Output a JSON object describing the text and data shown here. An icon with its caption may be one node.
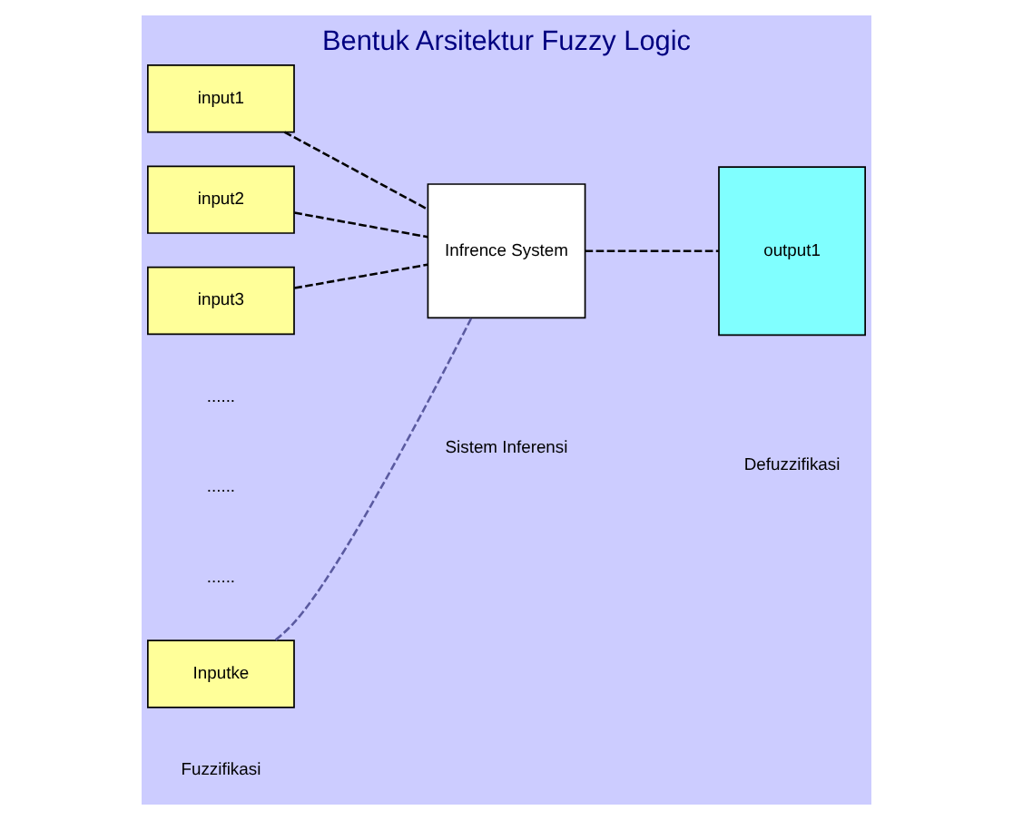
{
  "diagram": {
    "title": "Bentuk Arsitektur Fuzzy Logic",
    "nodes": [
      {
        "text": [
          "input1"
        ]
      },
      {
        "text": [
          "input2"
        ]
      },
      {
        "text": [
          "input3"
        ]
      },
      {
        "text": [
          "Inputke"
        ]
      },
      {
        "text": [
          "Infrence System"
        ]
      },
      {
        "text": [
          "output1"
        ]
      }
    ],
    "edges": [
      {
        "from": 0,
        "to": 4,
        "arrow": "none",
        "style": "dashed"
      },
      {
        "from": 1,
        "to": 4,
        "arrow": "none",
        "style": "dashed"
      },
      {
        "from": 2,
        "to": 4,
        "arrow": "none",
        "style": "dashed"
      },
      {
        "from": 3,
        "to": 4,
        "arrow": "none",
        "style": "dashed",
        "color": "#5a5aa0"
      },
      {
        "from": 4,
        "to": 5,
        "arrow": "none",
        "style": "dashed"
      }
    ],
    "labels": [
      "......",
      "......",
      "......",
      "Fuzzifikasi",
      "Sistem Inferensi",
      "Defuzzifikasi"
    ]
  }
}
